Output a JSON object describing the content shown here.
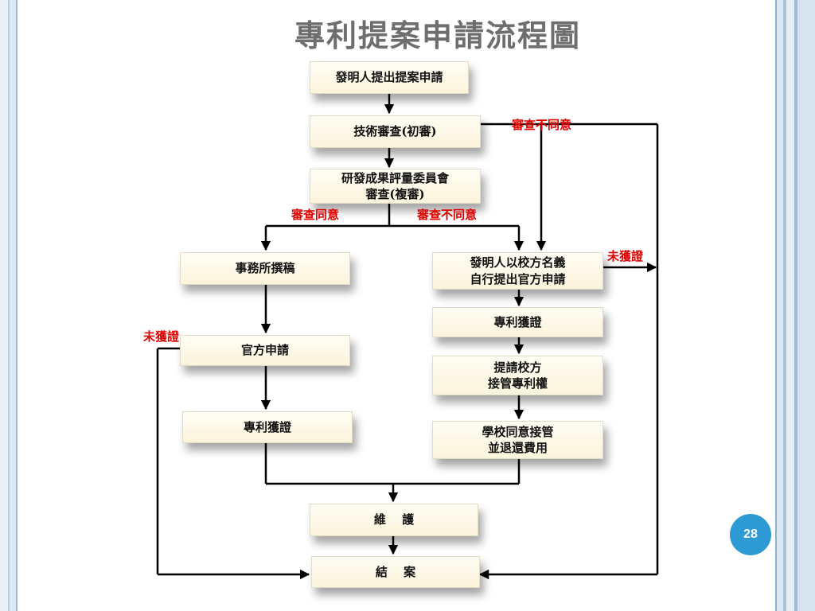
{
  "title": "專利提案申請流程圖",
  "page_number": "28",
  "nodes": {
    "apply": "發明人提出提案申請",
    "tech_review": "技術審查(初審)",
    "committee": "研發成果評量委員會\n審查(複審)",
    "agency": "事務所撰稿",
    "official_left": "官方申請",
    "granted_left": "專利獲證",
    "inventor_self": "發明人以校方名義\n自行提出官方申請",
    "granted_right": "專利獲證",
    "request_school": "提請校方\n接管專利權",
    "school_agree": "學校同意接管\n並退還費用",
    "maintain": "維　 護",
    "close": "結　 案"
  },
  "labels": {
    "reject_top": "審查不同意",
    "approve": "審查同意",
    "reject_mid": "審查不同意",
    "not_granted_right": "未獲證",
    "not_granted_left": "未獲證"
  }
}
